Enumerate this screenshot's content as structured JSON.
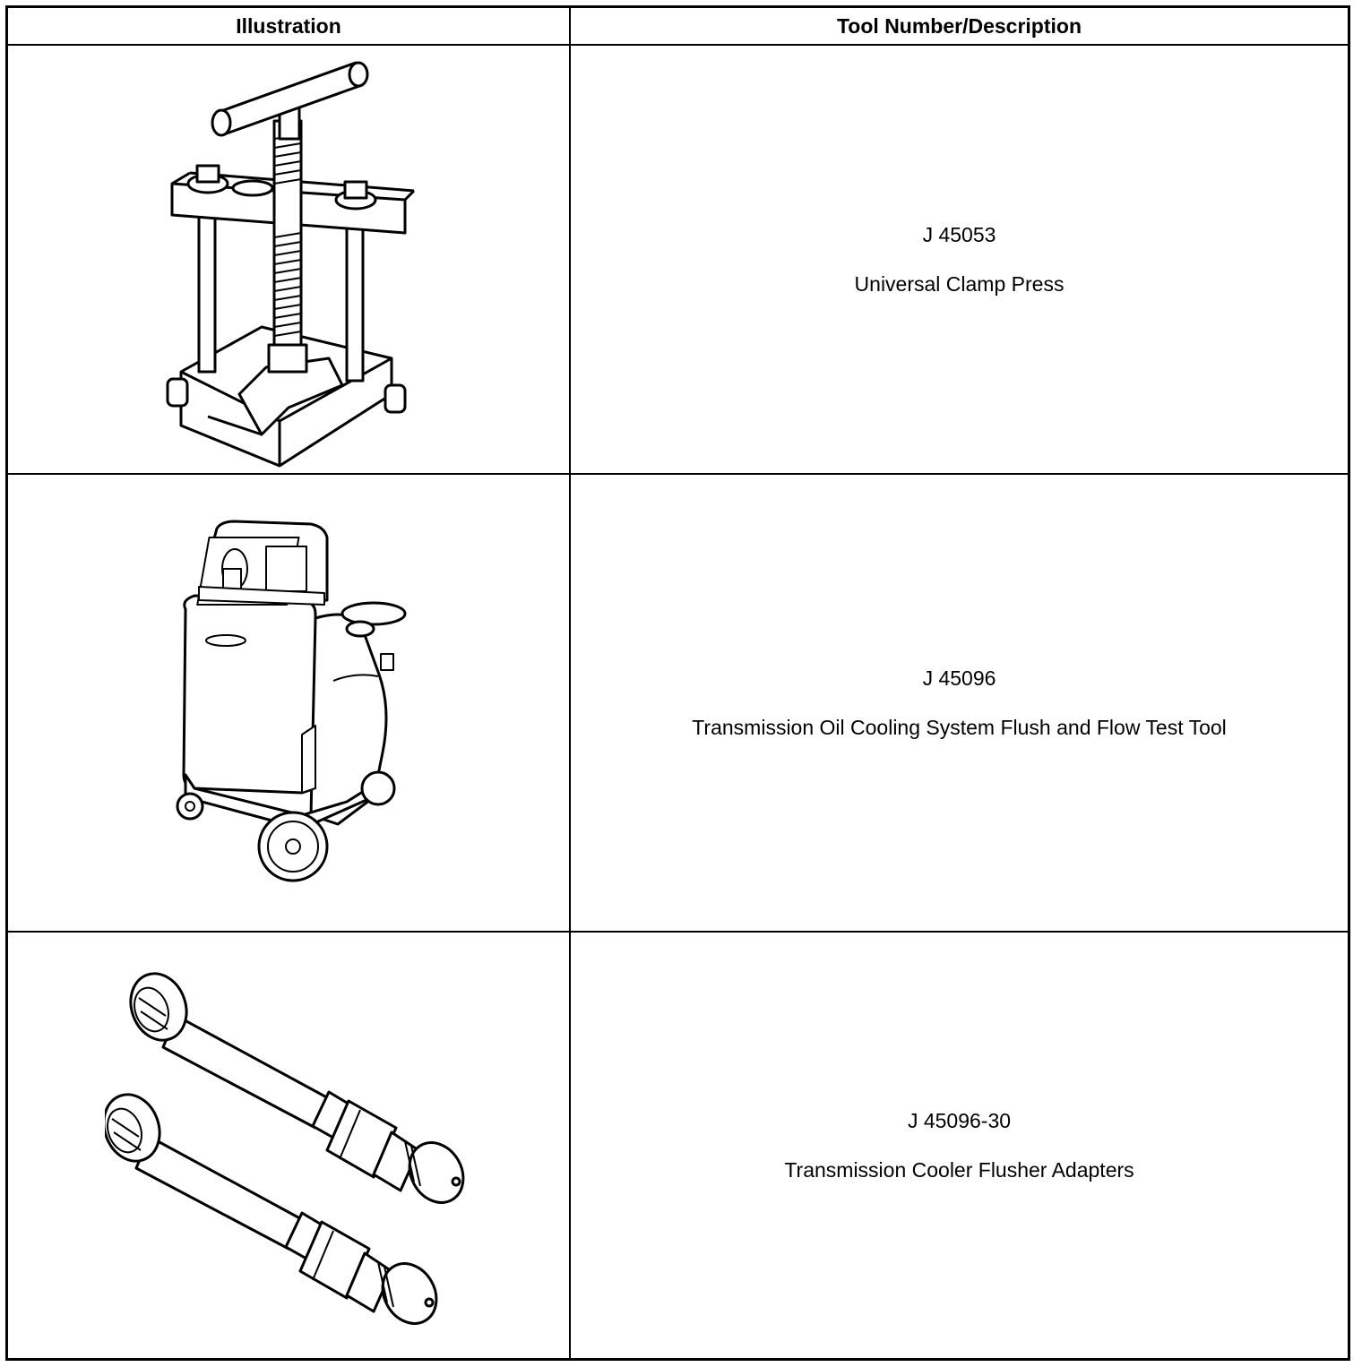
{
  "table": {
    "headers": {
      "illustration": "Illustration",
      "description": "Tool Number/Description"
    },
    "rows": [
      {
        "illustration_icon": "universal-clamp-press-icon",
        "tool_number": "J 45053",
        "description": "Universal Clamp Press"
      },
      {
        "illustration_icon": "flush-flow-test-tool-icon",
        "tool_number": "J 45096",
        "description": "Transmission Oil Cooling System Flush and Flow Test Tool"
      },
      {
        "illustration_icon": "cooler-flusher-adapters-icon",
        "tool_number": "J 45096-30",
        "description": "Transmission Cooler Flusher Adapters"
      }
    ]
  }
}
